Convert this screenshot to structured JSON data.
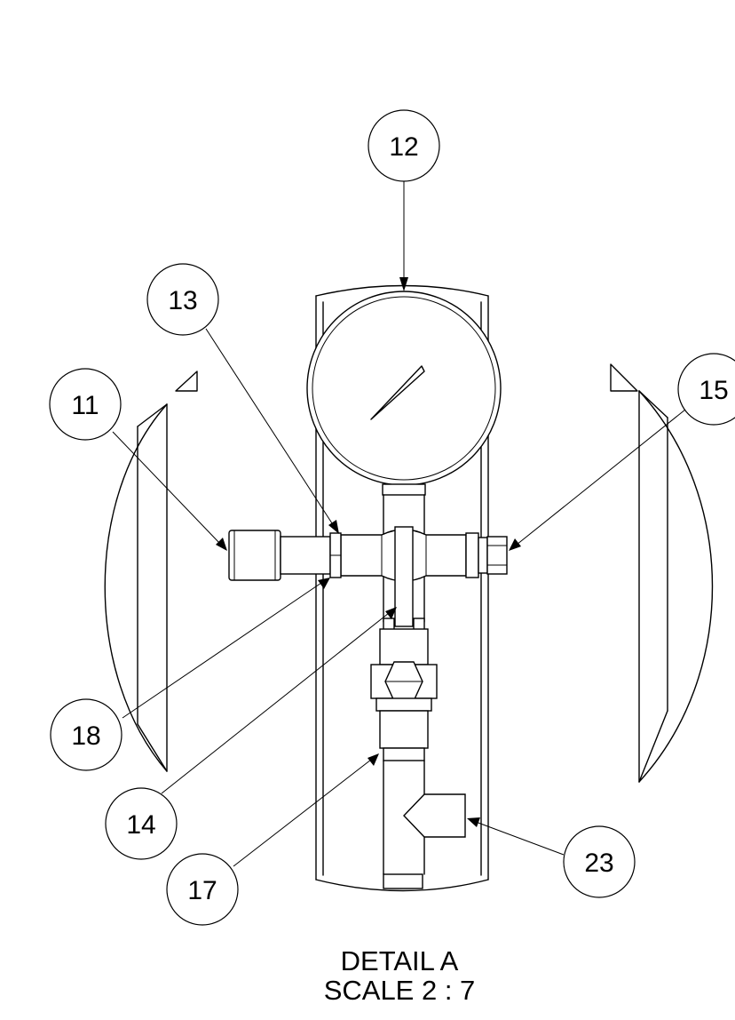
{
  "detail": {
    "title": "DETAIL A",
    "scale": "SCALE 2 : 7"
  },
  "balloons": [
    {
      "id": "b11",
      "label": "11"
    },
    {
      "id": "b12",
      "label": "12"
    },
    {
      "id": "b13",
      "label": "13"
    },
    {
      "id": "b14",
      "label": "14"
    },
    {
      "id": "b15",
      "label": "15"
    },
    {
      "id": "b17",
      "label": "17"
    },
    {
      "id": "b18",
      "label": "18"
    },
    {
      "id": "b23",
      "label": "23"
    }
  ]
}
